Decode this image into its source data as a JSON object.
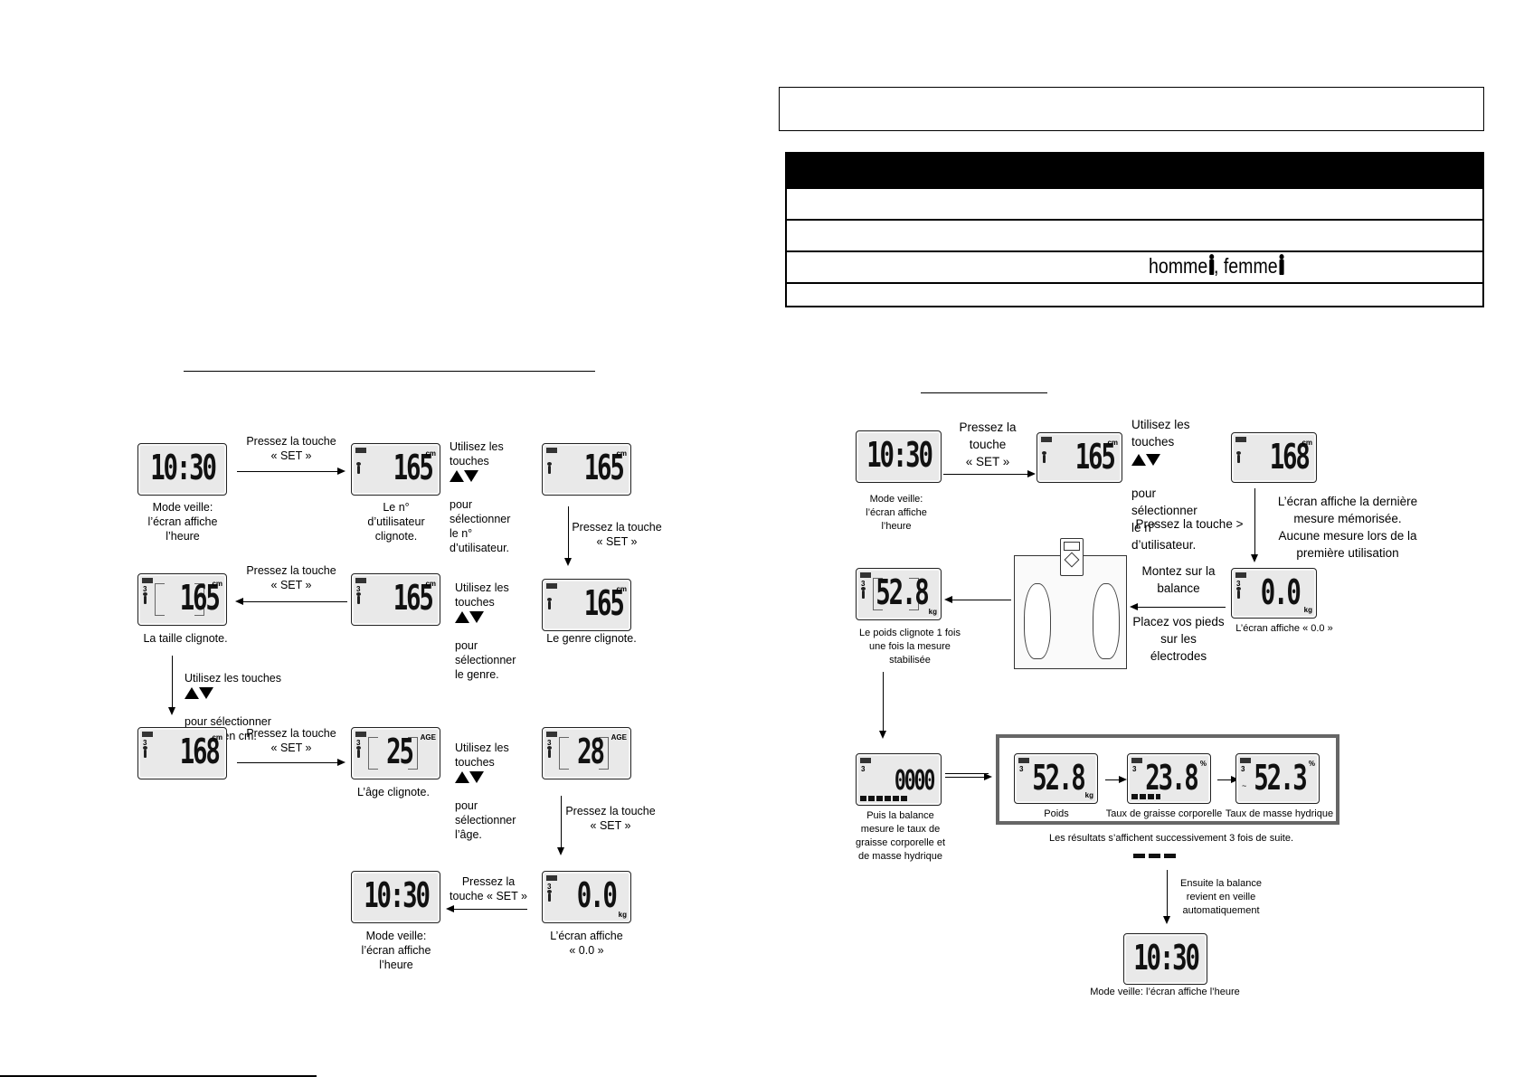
{
  "left": {
    "lcd": {
      "s1": "10:30",
      "s2": "165",
      "s3": "165",
      "s4": "165",
      "s5": "165",
      "s6": "165",
      "s7": "168",
      "s8": "25",
      "s9": "28",
      "s10": "10:30",
      "s11": "0.0",
      "unit_cm": "cm",
      "unit_kg": "kg",
      "unit_age": "AGE",
      "user3": "3"
    },
    "captions": {
      "mode_veille": "Mode veille:\nl’écran affiche\nl’heure",
      "user_blink": "Le n°\nd’utilisateur\nclignote.",
      "use_keys_user_a": "Utilisez les\ntouches",
      "use_keys_user_b": "pour\nsélectionner\nle n°\nd’utilisateur.",
      "press_set_1": "Pressez la touche\n« SET »",
      "press_set_2": "Pressez la touche\n« SET »",
      "press_set_3": "Pressez la touche\n« SET »",
      "press_set_4": "Pressez la touche\n« SET »",
      "press_set_5": "Pressez la touche\n« SET »",
      "use_keys_genre_a": "Utilisez les\ntouches",
      "use_keys_genre_b": "pour\nsélectionner\nle genre.",
      "genre_blink": "Le genre clignote.",
      "taille_blink": "La taille clignote.",
      "use_keys_taille_a": "Utilisez les touches",
      "use_keys_taille_b": "pour sélectionner\nla taille en cm.",
      "age_blink": "L’âge clignote.",
      "use_keys_age_a": "Utilisez les\ntouches",
      "use_keys_age_b": "pour\nsélectionner\nl’âge.",
      "press_set_short": "Pressez la\ntouche « SET »",
      "ecran_00": "L’écran affiche\n« 0.0 »",
      "mode_veille_2": "Mode veille:\nl’écran affiche\nl’heure"
    }
  },
  "right": {
    "table": {
      "gender_homme": "homme",
      "gender_femme": ", femme"
    },
    "lcd": {
      "r1": "10:30",
      "r2": "165",
      "r3": "168",
      "r4": "0.0",
      "r5": "52.8",
      "r6": "0000",
      "r7": "52.8",
      "r8": "23.8",
      "r9": "52.3",
      "r10": "10:30",
      "unit_cm": "cm",
      "unit_kg": "kg",
      "unit_pct": "%",
      "user3": "3"
    },
    "captions": {
      "mode_veille": "Mode veille:\nl’écran affiche\nl’heure",
      "press_set": "Pressez la\ntouche\n« SET »",
      "use_keys_a": "Utilisez les\ntouches",
      "use_keys_b": "pour\nsélectionner\nle n°\nd’utilisateur.",
      "press_touche_gt": "Pressez la touche  >",
      "last_measure": "L’écran affiche la dernière\nmesure mémorisée.\nAucune mesure lors de la\npremière utilisation",
      "monter": "Montez sur la\nbalance",
      "placer": "Placez vos pieds\nsur les\nélectrodes",
      "ecran_00": "L’écran affiche  « 0.0 »",
      "poids_clignote": "Le poids clignote 1 fois\nune fois la mesure\nstabilisée",
      "puis_balance": "Puis la balance\nmesure le taux de\ngraisse corporelle et\nde masse hydrique",
      "poids": "Poids",
      "taux_graisse": "Taux de graisse corporelle",
      "taux_masse": "Taux de masse hydrique",
      "resultats": "Les résultats s’affichent successivement 3 fois de suite.",
      "ensuite": "Ensuite la balance\nrevient en veille\nautomatiquement",
      "mode_veille_final": "Mode veille: l’écran affiche l’heure"
    }
  }
}
